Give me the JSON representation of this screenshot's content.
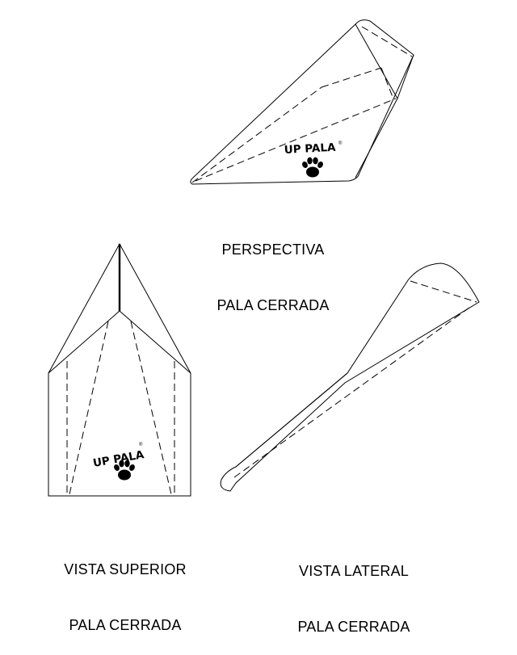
{
  "brand": {
    "logo_text": "UP PALA",
    "registered_mark": "®"
  },
  "views": {
    "perspective": {
      "line1": "PERSPECTIVA",
      "line2": "PALA CERRADA"
    },
    "top": {
      "line1": "VISTA SUPERIOR",
      "line2": "PALA CERRADA"
    },
    "side": {
      "line1": "VISTA LATERAL",
      "line2": "PALA CERRADA"
    }
  }
}
